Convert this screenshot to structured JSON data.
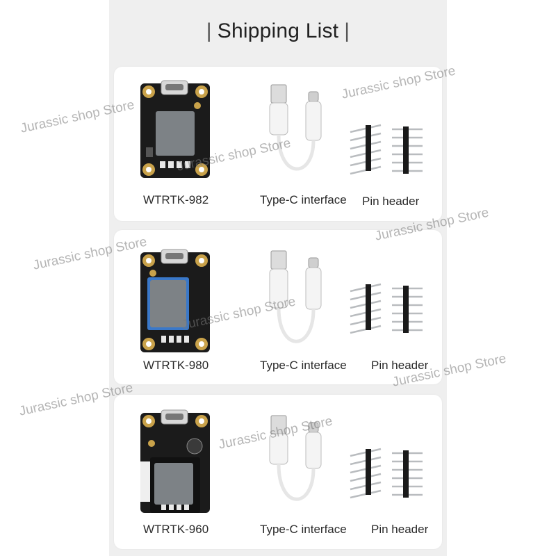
{
  "title": "Shipping List",
  "watermark": "Jurassic shop Store",
  "items": [
    {
      "board_label": "WTRTK-982",
      "cable_label": "Type-C interface",
      "pin_label": "Pin header"
    },
    {
      "board_label": "WTRTK-980",
      "cable_label": "Type-C interface",
      "pin_label": "Pin header"
    },
    {
      "board_label": "WTRTK-960",
      "cable_label": "Type-C interface",
      "pin_label": "Pin header"
    }
  ],
  "colors": {
    "board": "#1b1b1b",
    "pad_gold": "#c9a24a",
    "screen": "#7d8286",
    "cable": "#f4f4f4",
    "pin_black": "#1a1a1a",
    "pin_metal": "#b9bcbf"
  }
}
